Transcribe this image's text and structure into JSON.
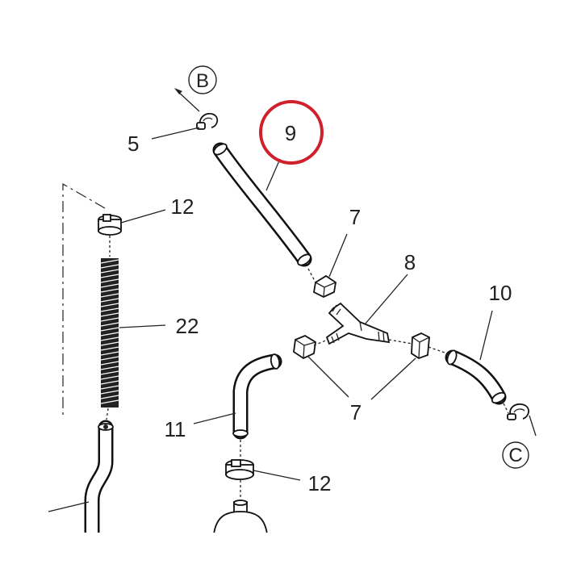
{
  "diagram": {
    "highlight_color": "#d0202c",
    "line_color": "#222222",
    "part_numbers": {
      "p5": "5",
      "p9": "9",
      "p12a": "12",
      "p7a": "7",
      "p8": "8",
      "p10": "10",
      "p22": "22",
      "p7b": "7",
      "p11": "11",
      "p12b": "12"
    },
    "references": {
      "b": "B",
      "c": "C"
    }
  }
}
